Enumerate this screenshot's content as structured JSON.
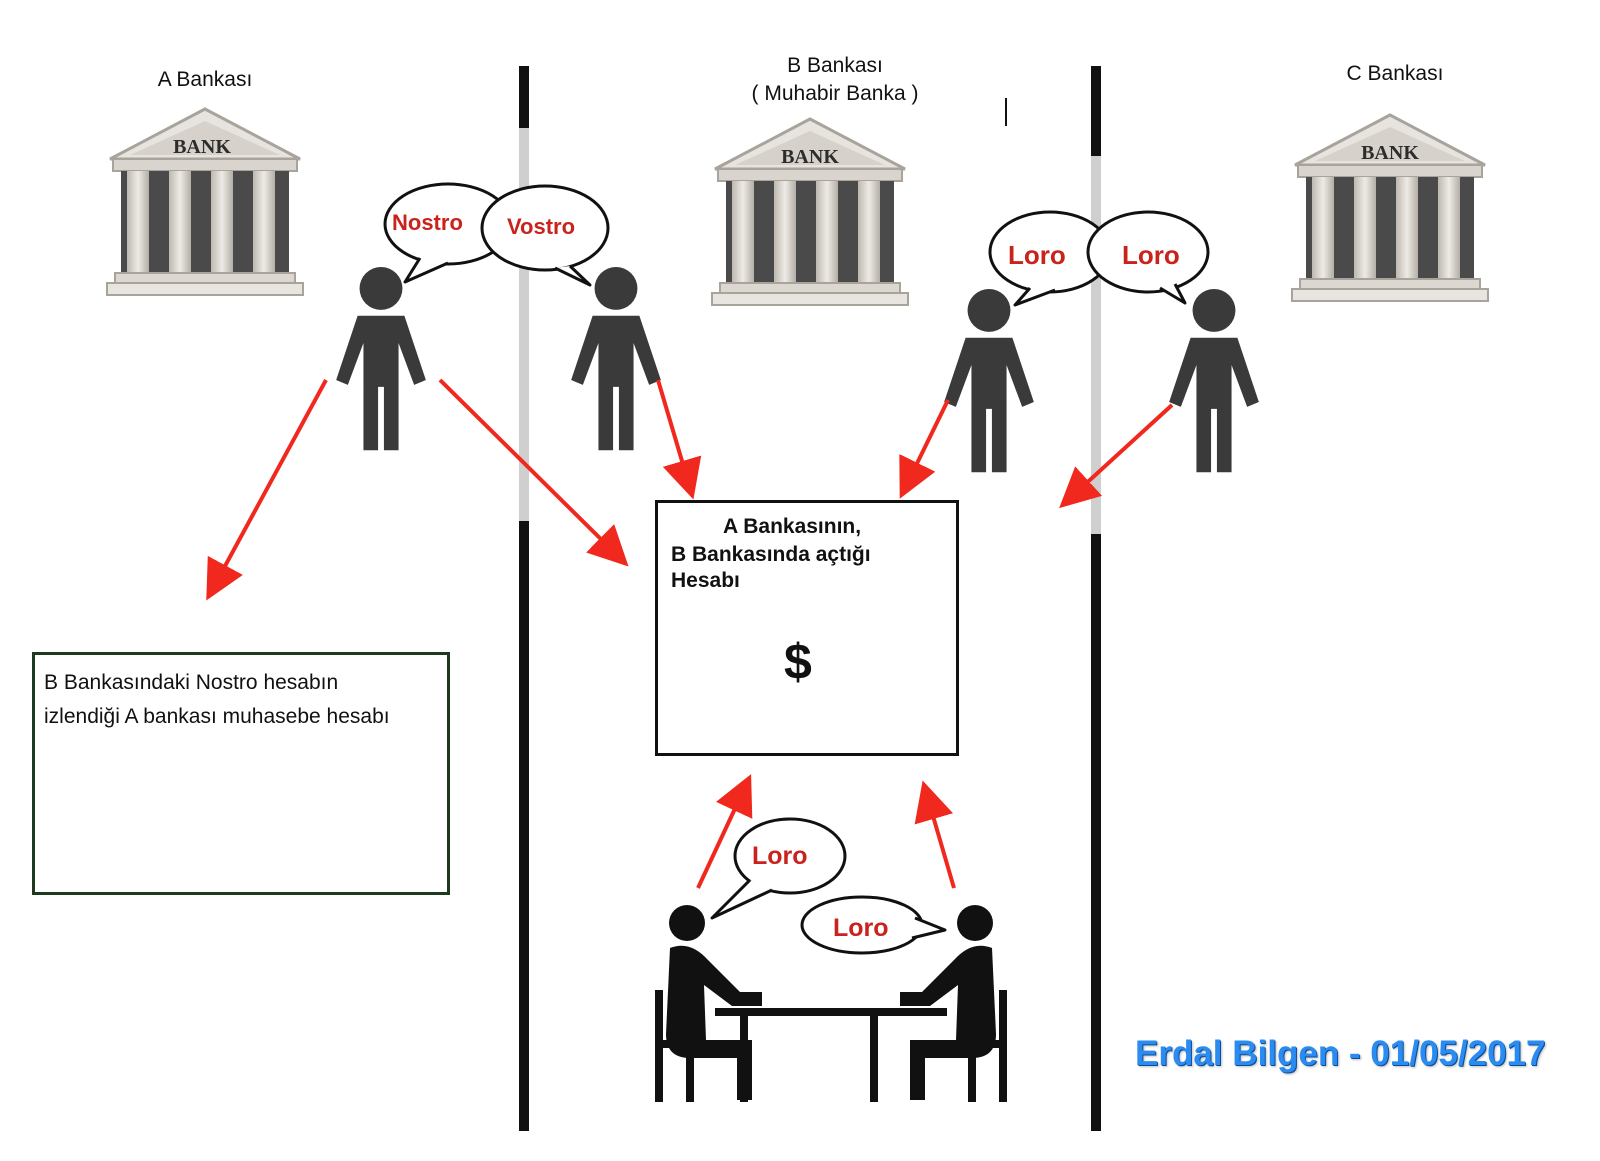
{
  "banks": [
    {
      "title_lines": [
        "A Bankası"
      ],
      "sign": "BANK"
    },
    {
      "title_lines": [
        "B Bankası",
        "( Muhabir Banka )"
      ],
      "sign": "BANK"
    },
    {
      "title_lines": [
        "C Bankası"
      ],
      "sign": "BANK"
    }
  ],
  "bubbles": {
    "nostro": "Nostro",
    "vostro": "Vostro",
    "loro_top_left": "Loro",
    "loro_top_right": "Loro",
    "loro_table_left": "Loro",
    "loro_table_right": "Loro"
  },
  "account_box": {
    "line1": "A Bankasının,",
    "line2": "B Bankasında açtığı",
    "line3": "Hesabı",
    "money_symbol": "$",
    "icon": "money-bag-icon"
  },
  "ledger_box": {
    "line1": "B Bankasındaki Nostro hesabın",
    "line2": "izlendiği A bankası muhasebe hesabı",
    "icon": "open-book-pen-icon"
  },
  "credit": "Erdal Bilgen - 01/05/2017",
  "colors": {
    "arrow": "#f0281e",
    "bubble_text": "#c9231d",
    "person": "#3a3a3a",
    "divider": "#111111",
    "credit": "#2a8cf0"
  }
}
